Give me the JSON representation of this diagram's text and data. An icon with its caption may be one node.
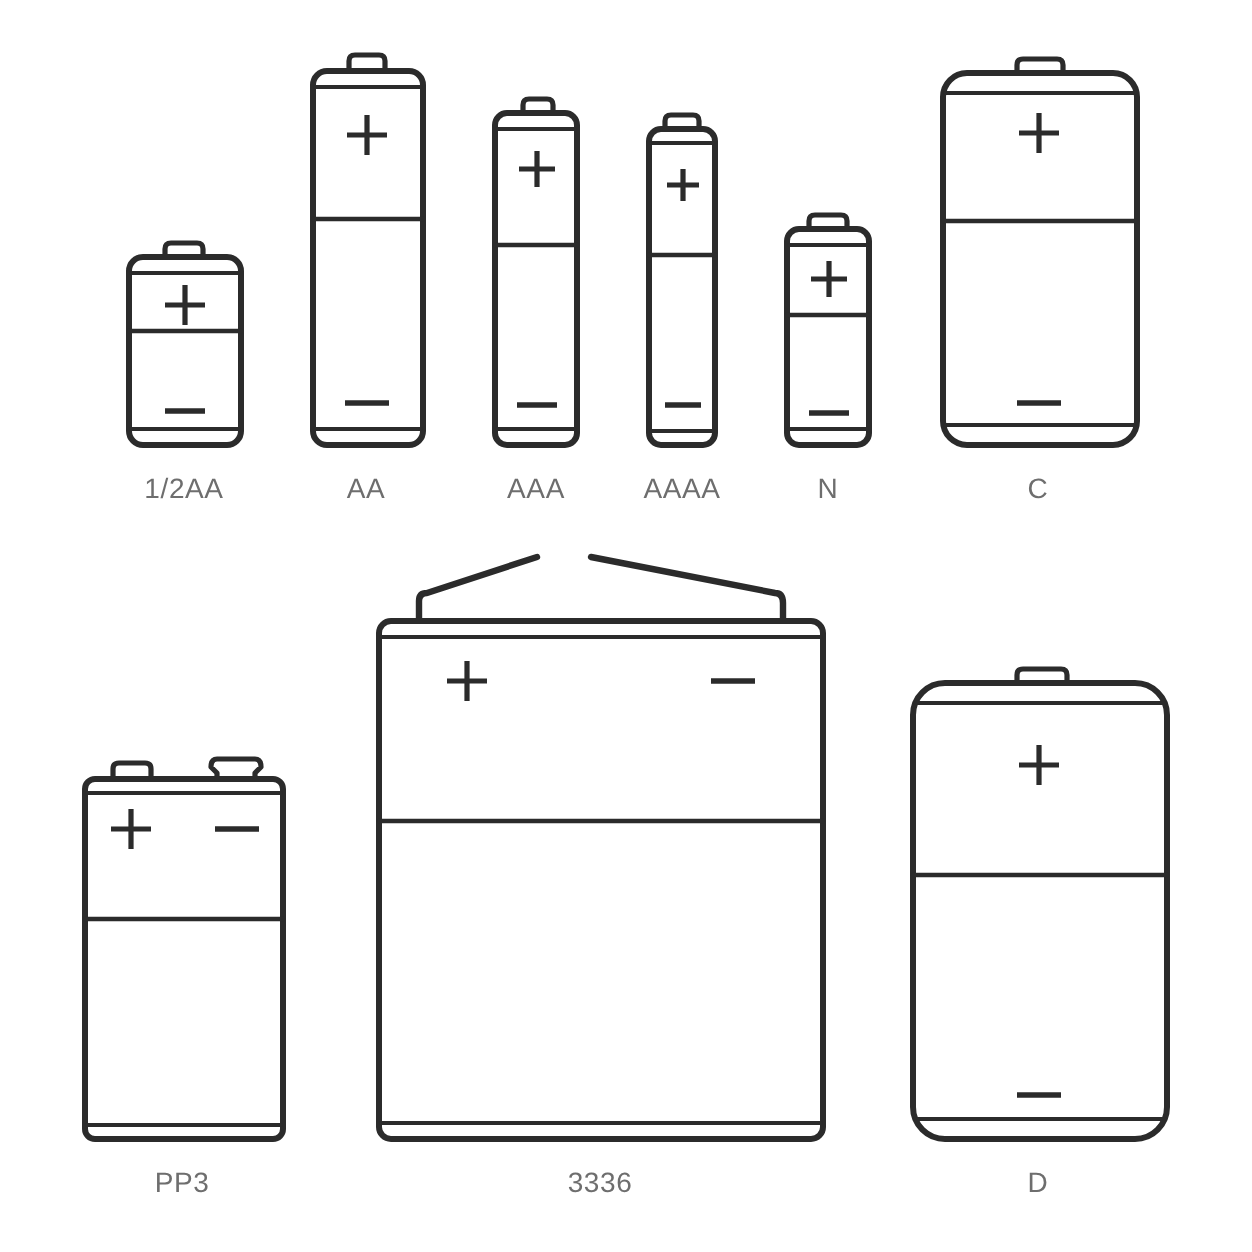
{
  "diagram": {
    "labels": [
      "1/2AA",
      "AA",
      "AAA",
      "AAAA",
      "N",
      "C",
      "PP3",
      "3336",
      "D"
    ]
  }
}
